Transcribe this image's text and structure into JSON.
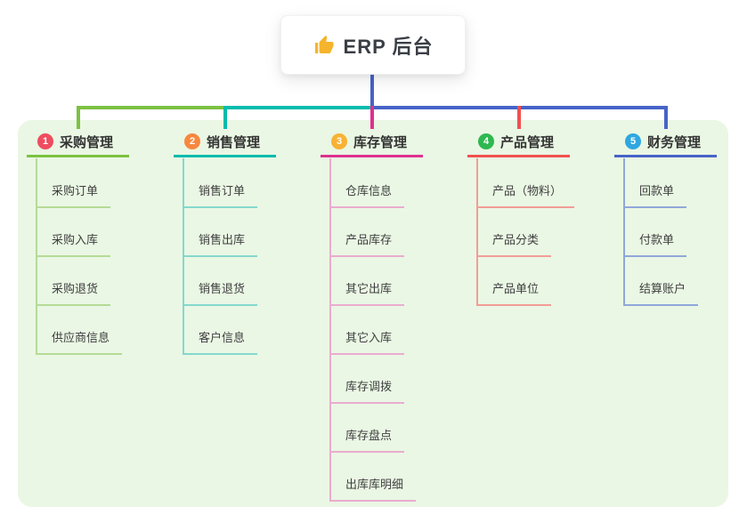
{
  "root": {
    "label": "ERP 后台",
    "icon": "thumbs-up-icon",
    "icon_color": "#f5b42c"
  },
  "panel": {
    "background": "#eaf7e4"
  },
  "connectors": {
    "root_line_color": "#4763c8",
    "trunk_green": "#7cc242",
    "trunk_teal": "#00bcad",
    "trunk_blue": "#4763c8"
  },
  "branches": [
    {
      "badge": "1",
      "label": "采购管理",
      "badge_color": "#ef4c5f",
      "line_color": "#7cc242",
      "child_line_color": "#b5db96",
      "children": [
        "采购订单",
        "采购入库",
        "采购退货",
        "供应商信息"
      ]
    },
    {
      "badge": "2",
      "label": "销售管理",
      "badge_color": "#f8883f",
      "line_color": "#00bcad",
      "child_line_color": "#84d8cd",
      "children": [
        "销售订单",
        "销售出库",
        "销售退货",
        "客户信息"
      ]
    },
    {
      "badge": "3",
      "label": "库存管理",
      "badge_color": "#f9b234",
      "line_color": "#df3090",
      "child_line_color": "#eaaccf",
      "children": [
        "仓库信息",
        "产品库存",
        "其它出库",
        "其它入库",
        "库存调拨",
        "库存盘点",
        "出库库明细"
      ]
    },
    {
      "badge": "4",
      "label": "产品管理",
      "badge_color": "#2fb84f",
      "line_color": "#f0504f",
      "child_line_color": "#f29d97",
      "children": [
        "产品（物料）",
        "产品分类",
        "产品单位"
      ]
    },
    {
      "badge": "5",
      "label": "财务管理",
      "badge_color": "#2fa7e0",
      "line_color": "#4763c8",
      "child_line_color": "#90a7da",
      "children": [
        "回款单",
        "付款单",
        "结算账户"
      ]
    }
  ]
}
